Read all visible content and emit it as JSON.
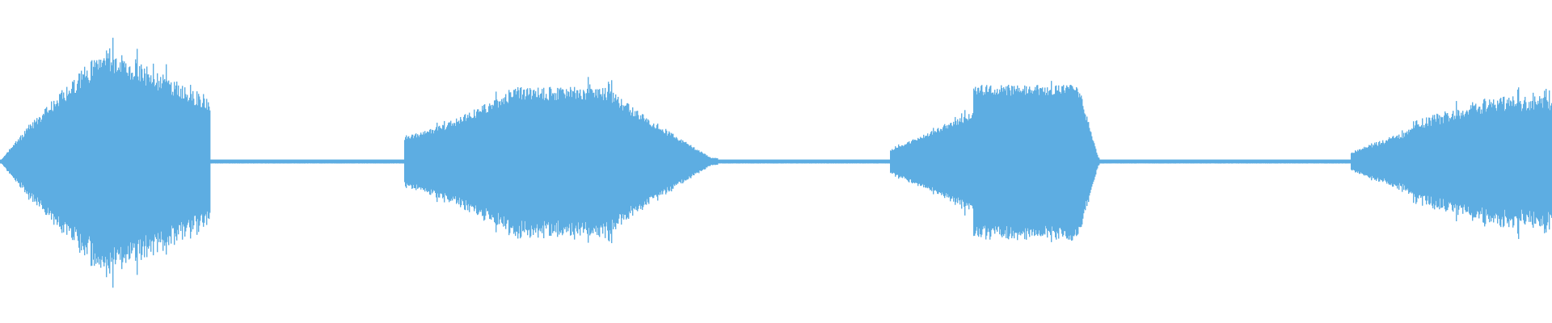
{
  "waveform": {
    "color": "#5dade2",
    "background": "#ffffff",
    "sample_count": 1920,
    "segments": [
      {
        "start": 0.0,
        "end": 0.135,
        "peak": 0.32,
        "envelope": "swell-early-peak",
        "jitter": 0.12
      },
      {
        "start": 0.26,
        "end": 0.462,
        "peak": 0.21,
        "envelope": "plateau-center",
        "jitter": 0.1
      },
      {
        "start": 0.573,
        "end": 0.708,
        "peak": 0.22,
        "envelope": "ramp-then-plateau",
        "jitter": 0.08
      },
      {
        "start": 0.87,
        "end": 1.0,
        "peak": 0.18,
        "envelope": "ramp-up",
        "jitter": 0.14
      }
    ],
    "silence_level": 0.006
  }
}
